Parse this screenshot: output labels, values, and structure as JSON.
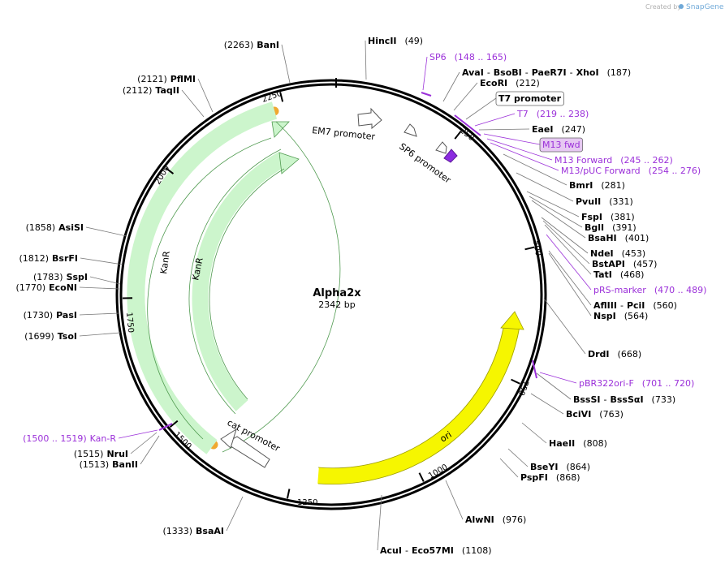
{
  "credit": {
    "prefix": "Created by",
    "brand": "SnapGene"
  },
  "plasmid": {
    "name": "Alpha2x",
    "size": "2342 bp",
    "length": 2342
  },
  "sites": [
    {
      "id": "hincii",
      "parts": [
        {
          "nm": "HincII"
        },
        {
          "pos": "(49)"
        }
      ]
    },
    {
      "id": "sp6",
      "primer": true,
      "parts": [
        {
          "nm": "SP6"
        },
        {
          "pos": "(148 .. 165)"
        }
      ]
    },
    {
      "id": "avai",
      "parts": [
        {
          "nm": "AvaI"
        },
        {
          "sep": "-"
        },
        {
          "nm": "BsoBI"
        },
        {
          "sep": "-"
        },
        {
          "nm": "PaeR7I"
        },
        {
          "sep": "-"
        },
        {
          "nm": "XhoI"
        },
        {
          "pos": "(187)"
        }
      ]
    },
    {
      "id": "ecori",
      "parts": [
        {
          "nm": "EcoRI"
        },
        {
          "pos": "(212)"
        }
      ]
    },
    {
      "id": "t7promoter",
      "boxed": true,
      "parts": [
        {
          "nm": "T7 promoter"
        }
      ]
    },
    {
      "id": "t7",
      "primer": true,
      "parts": [
        {
          "nm": "T7"
        },
        {
          "pos": "(219 .. 238)"
        }
      ]
    },
    {
      "id": "eaei",
      "parts": [
        {
          "nm": "EaeI"
        },
        {
          "pos": "(247)"
        }
      ]
    },
    {
      "id": "m13fwd",
      "boxed": true,
      "primer": true,
      "parts": [
        {
          "nm": "M13 fwd"
        }
      ]
    },
    {
      "id": "m13forward",
      "primer": true,
      "parts": [
        {
          "nm": "M13 Forward"
        },
        {
          "pos": "(245 .. 262)"
        }
      ]
    },
    {
      "id": "m13puc",
      "primer": true,
      "parts": [
        {
          "nm": "M13/pUC Forward"
        },
        {
          "pos": "(254 .. 276)"
        }
      ]
    },
    {
      "id": "bmri",
      "parts": [
        {
          "nm": "BmrI"
        },
        {
          "pos": "(281)"
        }
      ]
    },
    {
      "id": "pvuii",
      "parts": [
        {
          "nm": "PvuII"
        },
        {
          "pos": "(331)"
        }
      ]
    },
    {
      "id": "fspi",
      "parts": [
        {
          "nm": "FspI"
        },
        {
          "pos": "(381)"
        }
      ]
    },
    {
      "id": "bgli",
      "parts": [
        {
          "nm": "BglI"
        },
        {
          "pos": "(391)"
        }
      ]
    },
    {
      "id": "bsahi",
      "parts": [
        {
          "nm": "BsaHI"
        },
        {
          "pos": "(401)"
        }
      ]
    },
    {
      "id": "ndei",
      "parts": [
        {
          "nm": "NdeI"
        },
        {
          "pos": "(453)"
        }
      ]
    },
    {
      "id": "bstapi",
      "parts": [
        {
          "nm": "BstAPI"
        },
        {
          "pos": "(457)"
        }
      ]
    },
    {
      "id": "tati",
      "parts": [
        {
          "nm": "TatI"
        },
        {
          "pos": "(468)"
        }
      ]
    },
    {
      "id": "prsmarker",
      "primer": true,
      "parts": [
        {
          "nm": "pRS-marker"
        },
        {
          "pos": "(470 .. 489)"
        }
      ]
    },
    {
      "id": "afliii",
      "parts": [
        {
          "nm": "AflIII"
        },
        {
          "sep": "-"
        },
        {
          "nm": "PciI"
        },
        {
          "pos": "(560)"
        }
      ]
    },
    {
      "id": "nspi",
      "parts": [
        {
          "nm": "NspI"
        },
        {
          "pos": "(564)"
        }
      ]
    },
    {
      "id": "drdi",
      "parts": [
        {
          "nm": "DrdI"
        },
        {
          "pos": "(668)"
        }
      ]
    },
    {
      "id": "pbr322",
      "primer": true,
      "parts": [
        {
          "nm": "pBR322ori-F"
        },
        {
          "pos": "(701 .. 720)"
        }
      ]
    },
    {
      "id": "bsssi",
      "parts": [
        {
          "nm": "BssSI"
        },
        {
          "sep": "-"
        },
        {
          "nm": "BssSαI"
        },
        {
          "pos": "(733)"
        }
      ]
    },
    {
      "id": "bcivi",
      "parts": [
        {
          "nm": "BciVI"
        },
        {
          "pos": "(763)"
        }
      ]
    },
    {
      "id": "haeii",
      "parts": [
        {
          "nm": "HaeII"
        },
        {
          "pos": "(808)"
        }
      ]
    },
    {
      "id": "bseyi",
      "parts": [
        {
          "nm": "BseYI"
        },
        {
          "pos": "(864)"
        }
      ]
    },
    {
      "id": "pspfi",
      "parts": [
        {
          "nm": "PspFI"
        },
        {
          "pos": "(868)"
        }
      ]
    },
    {
      "id": "alwni",
      "parts": [
        {
          "nm": "AlwNI"
        },
        {
          "pos": "(976)"
        }
      ]
    },
    {
      "id": "acui",
      "parts": [
        {
          "nm": "AcuI"
        },
        {
          "sep": "-"
        },
        {
          "nm": "Eco57MI"
        },
        {
          "pos": "(1108)"
        }
      ]
    },
    {
      "id": "bsaai",
      "parts": [
        {
          "pos": "(1333)"
        },
        {
          "nm": "BsaAI"
        }
      ]
    },
    {
      "id": "banii",
      "parts": [
        {
          "pos": "(1513)"
        },
        {
          "nm": "BanII"
        }
      ]
    },
    {
      "id": "nrui",
      "parts": [
        {
          "pos": "(1515)"
        },
        {
          "nm": "NruI"
        }
      ]
    },
    {
      "id": "kanr-primer",
      "primer": true,
      "parts": [
        {
          "pos": "(1500 .. 1519)"
        },
        {
          "nm": "Kan-R"
        }
      ]
    },
    {
      "id": "tsoi",
      "parts": [
        {
          "pos": "(1699)"
        },
        {
          "nm": "TsoI"
        }
      ]
    },
    {
      "id": "pasi",
      "parts": [
        {
          "pos": "(1730)"
        },
        {
          "nm": "PasI"
        }
      ]
    },
    {
      "id": "econi",
      "parts": [
        {
          "pos": "(1770)"
        },
        {
          "nm": "EcoNI"
        }
      ]
    },
    {
      "id": "sspi",
      "parts": [
        {
          "pos": "(1783)"
        },
        {
          "nm": "SspI"
        }
      ]
    },
    {
      "id": "bsrfi",
      "parts": [
        {
          "pos": "(1812)"
        },
        {
          "nm": "BsrFI"
        }
      ]
    },
    {
      "id": "asisi",
      "parts": [
        {
          "pos": "(1858)"
        },
        {
          "nm": "AsiSI"
        }
      ]
    },
    {
      "id": "taqii",
      "parts": [
        {
          "pos": "(2112)"
        },
        {
          "nm": "TaqII"
        }
      ]
    },
    {
      "id": "pflmi",
      "parts": [
        {
          "pos": "(2121)"
        },
        {
          "nm": "PflMI"
        }
      ]
    },
    {
      "id": "bani",
      "parts": [
        {
          "pos": "(2263)"
        },
        {
          "nm": "BanI"
        }
      ]
    }
  ],
  "features": {
    "em7": "EM7 promoter",
    "sp6promoter": "SP6 promoter",
    "cat": "cat promoter",
    "kanr1": "KanR",
    "kanr2": "KanR",
    "ori": "ori"
  },
  "ticks": [
    "250",
    "500",
    "750",
    "1000",
    "1250",
    "1500",
    "1750",
    "2000",
    "2250"
  ],
  "colors": {
    "backbone": "#000000",
    "kanr_fill": "#ccf5cc",
    "kanr_stroke": "#4f9a4f",
    "orf_highlight": "#f0a830",
    "ori_fill": "#f6f600",
    "primer": "#9b30d9",
    "m13_box": "#e6c8f2"
  }
}
